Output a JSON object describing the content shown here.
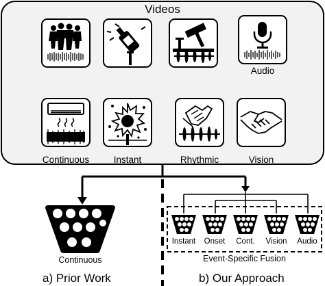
{
  "videos_panel": {
    "title": "Videos",
    "cards": [
      {
        "id": "crowd",
        "icon": "crowd-icon",
        "label": ""
      },
      {
        "id": "bottle",
        "icon": "bottle-icon",
        "label": ""
      },
      {
        "id": "hammer",
        "icon": "hammer-icon",
        "label": ""
      },
      {
        "id": "microphone",
        "icon": "microphone-icon",
        "label": "Audio"
      },
      {
        "id": "air-conditioner",
        "icon": "air-conditioner-icon",
        "label": "Continuous"
      },
      {
        "id": "explosion",
        "icon": "explosion-icon",
        "label": "Instant"
      },
      {
        "id": "hand-scrape",
        "icon": "hand-icon",
        "label": "Rhythmic"
      },
      {
        "id": "handshake",
        "icon": "handshake-icon",
        "label": "Vision"
      }
    ]
  },
  "prior_work": {
    "network_label": "Continuous",
    "caption": "a) Prior Work"
  },
  "our_approach": {
    "modules": [
      "Instant",
      "Onset",
      "Cont.",
      "Vision",
      "Audio"
    ],
    "fusion_label": "Event-Specific Fusion",
    "caption": "b) Our Approach"
  },
  "colors": {
    "line": "#000000",
    "card_fill": "#ffffff",
    "panel_fill": "#f2f2f2"
  }
}
